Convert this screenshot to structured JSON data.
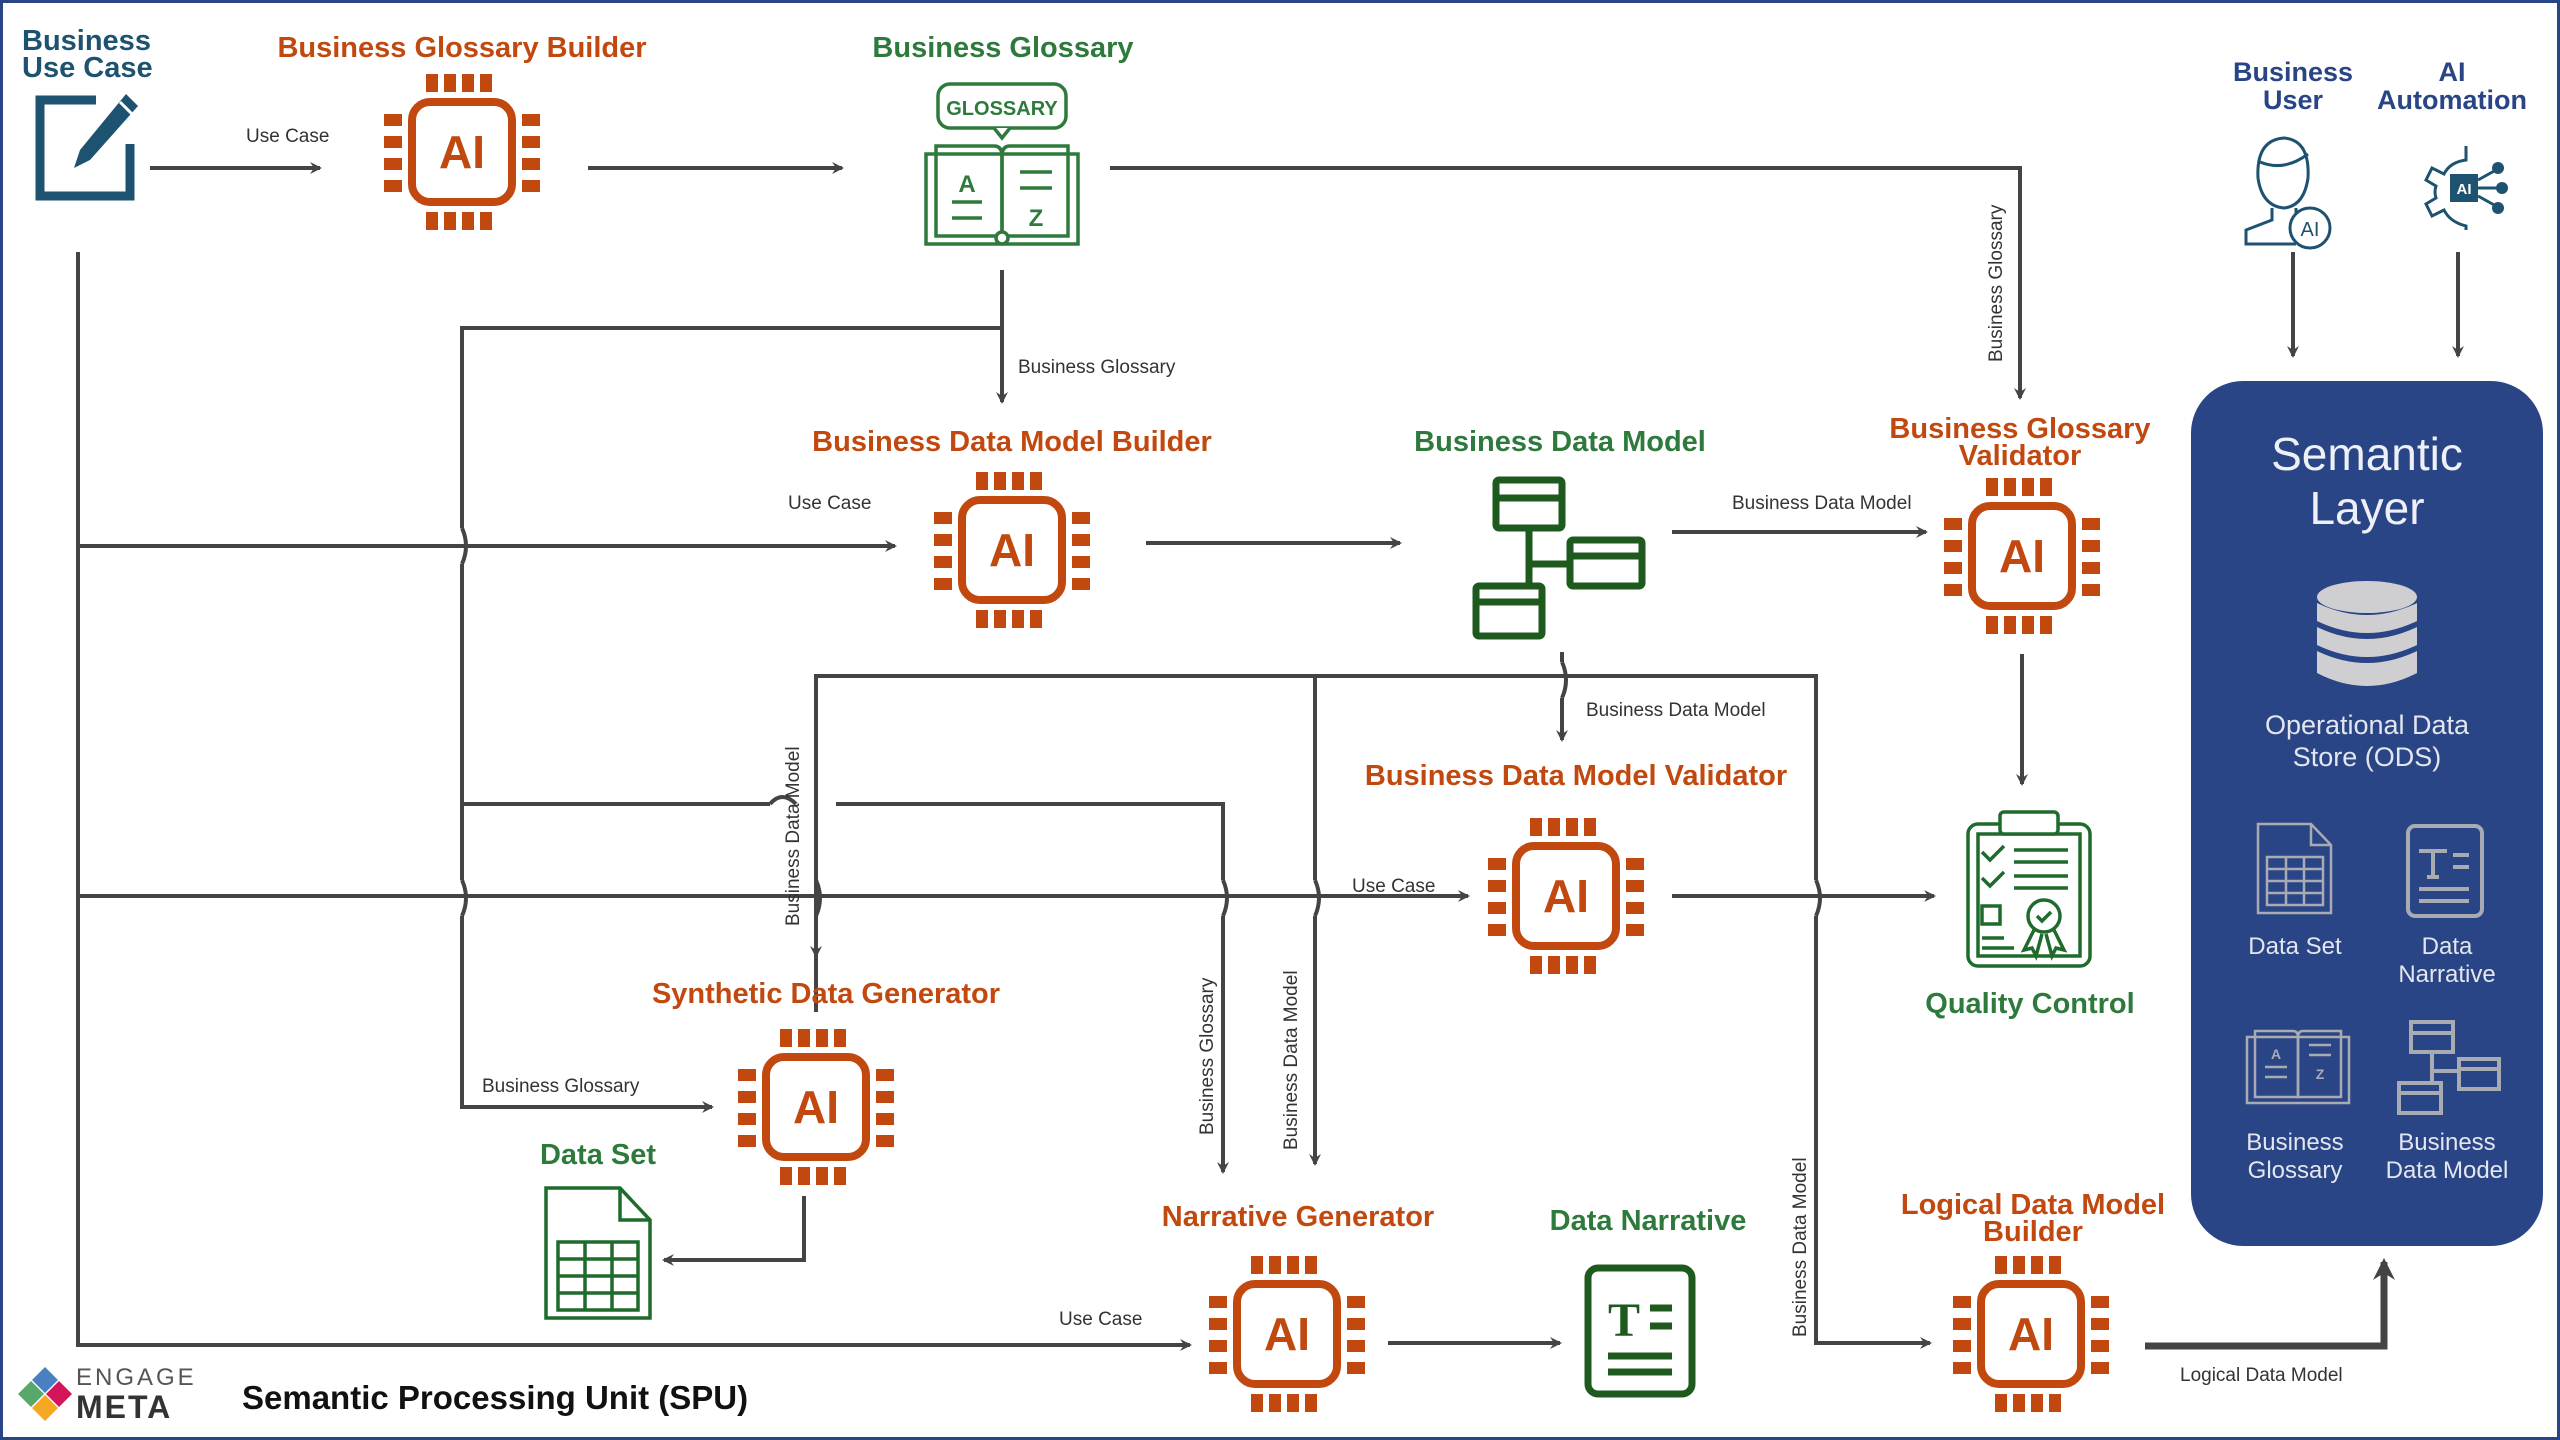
{
  "diagram": {
    "title": "Semantic Processing Unit (SPU)",
    "brand": {
      "line1": "ENGAGE",
      "line2": "META",
      "logo_colors": [
        "#4a7fc1",
        "#d4145a",
        "#58a86b",
        "#f5a623"
      ]
    },
    "colors": {
      "ai_component": "#c1490f",
      "artifact": "#1e6b2c",
      "artifact_label": "#2e7a3c",
      "input": "#1e5271",
      "connector": "#444444",
      "semantic_layer": "#2a4586"
    },
    "nodes": {
      "use_case": {
        "label_line1": "Business",
        "label_line2": "Use Case",
        "icon": "edit-document-icon"
      },
      "glossary_builder": {
        "label": "Business Glossary Builder",
        "icon": "ai-chip-icon",
        "chip_text": "AI"
      },
      "glossary": {
        "label": "Business Glossary",
        "icon": "glossary-book-icon",
        "icon_text": "GLOSSARY",
        "letters": [
          "A",
          "Z"
        ]
      },
      "bdm_builder": {
        "label": "Business Data Model Builder",
        "icon": "ai-chip-icon",
        "chip_text": "AI"
      },
      "bdm": {
        "label": "Business Data Model",
        "icon": "data-model-icon"
      },
      "glossary_validator": {
        "label_line1": "Business Glossary",
        "label_line2": "Validator",
        "icon": "ai-chip-icon",
        "chip_text": "AI"
      },
      "bdm_validator": {
        "label": "Business Data Model Validator",
        "icon": "ai-chip-icon",
        "chip_text": "AI"
      },
      "quality_control": {
        "label": "Quality Control",
        "icon": "clipboard-certificate-icon"
      },
      "synthetic_generator": {
        "label": "Synthetic Data Generator",
        "icon": "ai-chip-icon",
        "chip_text": "AI"
      },
      "data_set": {
        "label": "Data Set",
        "icon": "spreadsheet-icon"
      },
      "narrative_generator": {
        "label": "Narrative Generator",
        "icon": "ai-chip-icon",
        "chip_text": "AI"
      },
      "data_narrative": {
        "label": "Data Narrative",
        "icon": "text-document-icon",
        "icon_text": "T"
      },
      "ldm_builder": {
        "label_line1": "Logical Data Model",
        "label_line2": "Builder",
        "icon": "ai-chip-icon",
        "chip_text": "AI"
      },
      "business_user": {
        "label_line1": "Business",
        "label_line2": "User",
        "icon": "user-ai-icon",
        "badge": "AI"
      },
      "ai_automation": {
        "label_line1": "AI",
        "label_line2": "Automation",
        "icon": "gear-ai-icon",
        "badge": "AI"
      }
    },
    "edges": {
      "uc_to_gb": "Use Case",
      "g_to_bdmb": "Business Glossary",
      "g_to_gv": "Business Glossary",
      "uc_to_bdmb": "Use Case",
      "bdm_to_gv": "Business Data Model",
      "bdm_to_bdmv": "Business Data Model",
      "bdm_to_sdg": "Business Data Model",
      "uc_to_bdmv": "Use Case",
      "g_to_sdg": "Business Glossary",
      "g_to_ng": "Business Glossary",
      "bdm_to_ng": "Business Data Model",
      "uc_to_ng": "Use Case",
      "bdm_to_ldmb": "Business Data Model",
      "ldm_to_sl": "Logical Data Model"
    },
    "semantic_layer": {
      "title_line1": "Semantic",
      "title_line2": "Layer",
      "store_line1": "Operational Data",
      "store_line2": "Store (ODS)",
      "items": [
        {
          "line1": "Data Set",
          "line2": "",
          "icon": "spreadsheet-icon"
        },
        {
          "line1": "Data",
          "line2": "Narrative",
          "icon": "text-document-icon"
        },
        {
          "line1": "Business",
          "line2": "Glossary",
          "icon": "glossary-book-icon"
        },
        {
          "line1": "Business",
          "line2": "Data Model",
          "icon": "data-model-icon"
        }
      ]
    }
  }
}
